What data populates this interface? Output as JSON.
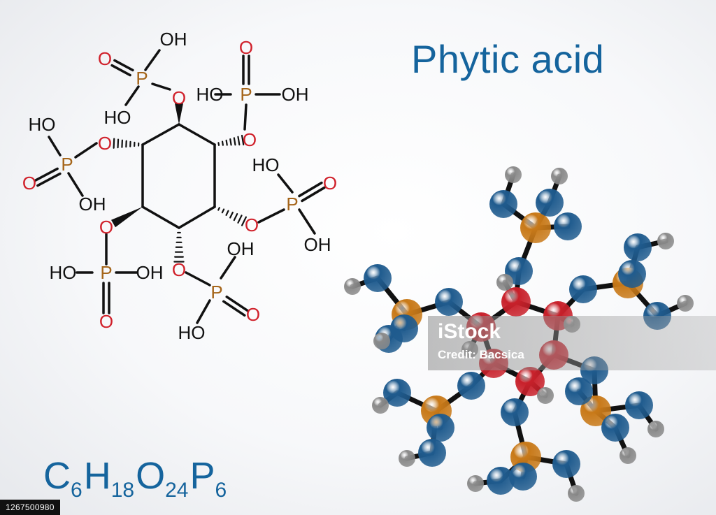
{
  "title": "Phytic acid",
  "formula": {
    "parts": [
      {
        "sym": "C",
        "sub": "6"
      },
      {
        "sym": "H",
        "sub": "18"
      },
      {
        "sym": "O",
        "sub": "24"
      },
      {
        "sym": "P",
        "sub": "6"
      }
    ]
  },
  "structure_labels": {
    "oxygen": "O",
    "phosphorus": "P",
    "hydroxyl": "OH",
    "hydroxyl_left": "HO"
  },
  "watermark": {
    "brand": "iStock",
    "credit": "Credit: Bacsica"
  },
  "stock_id": "1267500980",
  "colors": {
    "title": "#15649d",
    "oxygen_text": "#d0202a",
    "phosphorus_text": "#a5651a",
    "bond": "#111111",
    "atom_o_blue": "#1f5b8e",
    "atom_o_red": "#c8202a",
    "atom_p": "#c87918",
    "atom_h": "#8a8a8a"
  }
}
